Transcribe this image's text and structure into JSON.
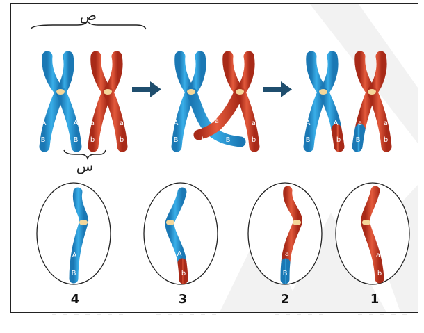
{
  "labels": {
    "top_bracket": "ص",
    "bottom_bracket": "س"
  },
  "alleles": {
    "upper_dominant": "A",
    "lower_dominant": "B",
    "upper_recessive": "a",
    "lower_recessive": "b"
  },
  "gamete_numbers": [
    "4",
    "3",
    "2",
    "1"
  ],
  "colors": {
    "blue": "#2a9ad6",
    "red": "#d4422a",
    "centromere": "#f4d79a",
    "arrow": "#1f4e6e"
  },
  "stages": [
    "homologous-pair",
    "crossing-over",
    "recombined-pair"
  ]
}
